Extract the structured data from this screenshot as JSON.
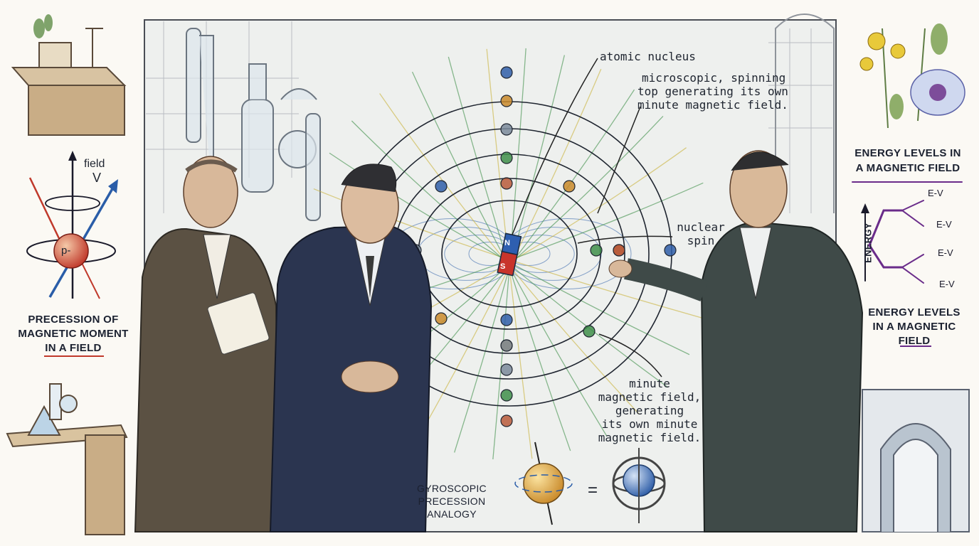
{
  "center_labels": {
    "atomic_nucleus": "atomic nucleus",
    "spinning_top": [
      "microscopic, spinning",
      "top generating its own",
      "minute magnetic field."
    ],
    "nuclear_spin": [
      "nuclear",
      "spin"
    ],
    "minute_field": [
      "minute",
      "magnetic field,",
      "generating",
      "its own minute",
      "magnetic field."
    ],
    "magnet_n": "N",
    "magnet_s": "S"
  },
  "left_panel": {
    "field_label": "field",
    "v_label": "V",
    "proton_label": "p-",
    "caption": [
      "PRECESSION OF",
      "MAGNETIC MOMENT",
      "IN A FIELD"
    ]
  },
  "right_panel": {
    "title": [
      "ENERGY LEVELS IN",
      "A MAGNETIC FIELD"
    ],
    "axis_label": "ENERGY",
    "levels": [
      "E-V",
      "E-V",
      "E-V",
      "E-V"
    ],
    "caption": [
      "ENERGY LEVELS",
      "IN A MAGNETIC",
      "FIELD"
    ]
  },
  "bottom": {
    "caption": [
      "GYROSCOPIC",
      "PRECESSION",
      "ANALOGY"
    ],
    "equals": "="
  },
  "colors": {
    "accent_red": "#c0392b",
    "accent_purple": "#6a2c8a",
    "field_blue": "#2a5da8",
    "field_green": "#3f8f4a",
    "ink": "#1f2530"
  }
}
